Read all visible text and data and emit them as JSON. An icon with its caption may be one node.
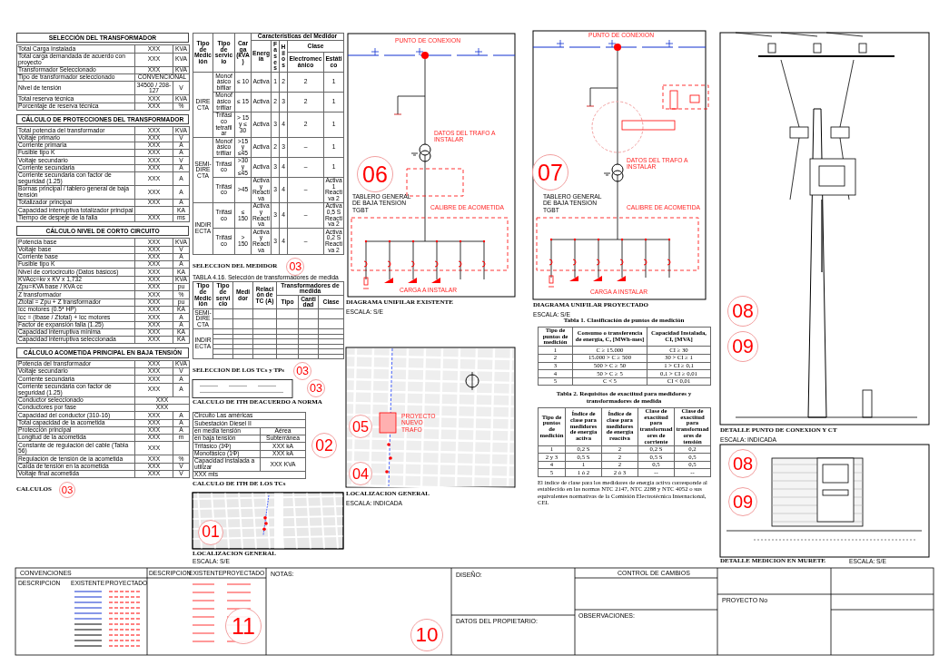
{
  "diagram": {
    "nodes": [
      {
        "text": [
          "03"
        ]
      },
      {
        "text": [
          "03"
        ]
      },
      {
        "text": [
          "03"
        ]
      },
      {
        "text": [
          "03"
        ]
      },
      {
        "text": [
          "02"
        ]
      },
      {
        "text": [
          "01"
        ]
      },
      {
        "text": [
          "06"
        ]
      },
      {
        "text": [
          "07"
        ]
      },
      {
        "text": [
          "05"
        ]
      },
      {
        "text": [
          "04"
        ]
      },
      {
        "text": [
          "08"
        ]
      },
      {
        "text": [
          "09"
        ]
      },
      {
        "text": [
          "08"
        ]
      },
      {
        "text": [
          "09"
        ]
      },
      {
        "text": [
          "11"
        ]
      },
      {
        "text": [
          "10"
        ]
      }
    ],
    "labels": [
      "SELECCIÓN DEL TRANSFORMADOR",
      "Total Carga Instalada",
      "XXX",
      "KVA",
      "Total carga demandada de acuerdo con proyecto",
      "XXX",
      "KVA",
      "Transformador Seleccionado",
      "XXX",
      "KVA",
      "Tipo de transformador seleccionado",
      "CONVENCIONAL",
      "Nivel de tensión",
      "34500 / 208-127",
      "V",
      "Total reserva técnica",
      "XXX",
      "KVA",
      "Porcentaje de reserva técnica",
      "XXX",
      "%",
      "CÁLCULO DE PROTECCIONES DEL TRANSFORMADOR",
      "Total potencia del transformador",
      "XXX",
      "KVA",
      "Voltaje primario",
      "XXX",
      "V",
      "Corriente primaria",
      "XXX",
      "A",
      "Fusible tipo K",
      "XXX",
      "A",
      "Voltaje secundario",
      "XXX",
      "V",
      "Corriente secundaria",
      "XXX",
      "A",
      "Corriente secundaria con factor de seguridad (1.25)",
      "XXX",
      "A",
      "Bornas principal / tablero general de baja tensión",
      "XXX",
      "A",
      "Totalizador principal",
      "XXX",
      "A",
      "Capacidad interruptiva totalizador principal",
      "KA",
      "Tiempo de despeje de la falla",
      "XXX",
      "ms",
      "CÁLCULO NIVEL DE CORTO CIRCUITO",
      "Potencia base",
      "XXX",
      "KVA",
      "Voltaje base",
      "XXX",
      "V",
      "Corriente base",
      "XXX",
      "A",
      "Fusible tipo K",
      "XXX",
      "A",
      "Nivel de cortocircuito (Datos básicos)",
      "XXX",
      "KA",
      "KVAcc=kv x KV x 1,732",
      "XXX",
      "KVA",
      "Zpu=KVA base / KVA cc",
      "XXX",
      "pu",
      "Z transformador",
      "XXX",
      "%",
      "Ztotal = Zpu + Z transformador",
      "XXX",
      "pu",
      "Icc motores (0.5* HP)",
      "XXX",
      "KA",
      "Icc = (Ibase / Ztotal) + Icc motores",
      "XXX",
      "A",
      "Factor de expansión falla (1.25)",
      "XXX",
      "A",
      "Capacidad interruptiva mínima",
      "XXX",
      "KA",
      "Capacidad interruptiva seleccionada",
      "XXX",
      "KA",
      "CÁLCULO ACOMETIDA PRINCIPAL EN BAJA TENSIÓN",
      "Potencia del transformador",
      "XXX",
      "KVA",
      "Voltaje secundario",
      "XXX",
      "V",
      "Corriente secundaria",
      "XXX",
      "A",
      "Corriente secundaria con factor de seguridad (1.25)",
      "XXX",
      "A",
      "Conductor seleccionado",
      "XXX",
      "Conductores por fase",
      "XXX",
      "Capacidad del conductor (310-16)",
      "XXX",
      "A",
      "Total capacidad de la acometida",
      "XXX",
      "A",
      "Protección principal",
      "XXX",
      "A",
      "Longitud de la acometida",
      "XXX",
      "m",
      "Constante de regulación del cable (Tabla 56)",
      "XXX",
      "Regulación de tensión de la acometida",
      "XXX",
      "%",
      "Caída de tensión en la acometida",
      "XXX",
      "V",
      "Voltaje final acometida",
      "XXX",
      "V",
      "CALCULOS",
      "Tipo de Medición",
      "Tipo de servicio",
      "Carga (kVA)",
      "Características del Medidor",
      "Energía",
      "Fases",
      "Hilos",
      "Clase",
      "Electromecánico",
      "Estático",
      "DIRECTA",
      "Monofásico bifilar",
      "≤ 10",
      "Activa",
      "1",
      "2",
      "2",
      "1",
      "Monofásico trifilar",
      "≤ 15",
      "Activa",
      "2",
      "3",
      "2",
      "1",
      "Trifásico tetrafilar",
      "> 15 y ≤ 30",
      "Activa",
      "3",
      "4",
      "2",
      "1",
      "SEMI-DIRECTA",
      "Monofásico trifilar",
      ">15 y ≤45",
      "Activa",
      "2",
      "3",
      "–",
      "1",
      "Trifásico",
      ">30 y ≤45",
      "Activa",
      "3",
      "4",
      "–",
      "1",
      "Trifásico",
      ">45",
      "Activa y Reactiva",
      "3",
      "4",
      "–",
      "Activa 1 Reactiva 2",
      "INDIRECTA",
      "Trifásico",
      "≤ 150",
      "Activa y Reactiva",
      "3",
      "4",
      "–",
      "Activa 0,5 S Reactiva 2",
      "Trifásico",
      "> 150",
      "Activa y Reactiva",
      "3",
      "4",
      "–",
      "Activa 0,2 S Reactiva 2",
      "SELECCION DEL MEDIDOR",
      "TABLA 4.16. Selección de transformadores de medida",
      "Tipo de Medición",
      "Tipo de servicio",
      "Medidor",
      "Relación de TC (A)",
      "Transformadores de medida",
      "Tipo",
      "Cantidad",
      "Clase",
      "SEMI-DIRECTA",
      "INDIRECTA",
      "SELECCION DE LOS TCs y TPs",
      "CALCULO DE ITH DEACUERDO A NORMA",
      "Tabla 1. Clasificación de puntos de medición",
      "Tipo de puntos de medición",
      "Consumo o transferencia de energía, C, [MWh-mes]",
      "Capacidad Instalada, CI, [MVA]",
      "1",
      "C ≥ 15.000",
      "CI ≥ 30",
      "2",
      "15.000 > C ≥ 500",
      "30 > CI ≥ 1",
      "3",
      "500 > C ≥ 50",
      "1 > CI ≥ 0,1",
      "4",
      "50 > C ≥ 5",
      "0,1 > CI ≥ 0,01",
      "5",
      "C < 5",
      "CI < 0,01",
      "Tabla 2. Requisitos de exactitud para medidores y transformadores de medida",
      "Tipo de puntos de medición",
      "Índice de clase para medidores de energía activa",
      "Índice de clase para medidores de energía reactiva",
      "Clase de exactitud para transformadores de corriente",
      "Clase de exactitud para transformadores de tensión",
      "1",
      "0,2 S",
      "2",
      "0,2 S",
      "0,2",
      "2 y 3",
      "0,5 S",
      "2",
      "0,5 S",
      "0,5",
      "4",
      "1",
      "2",
      "0,5",
      "0,5",
      "5",
      "1 ó 2",
      "2 ó 3",
      "--",
      "--",
      "El índice de clase para los medidores de energía activa corresponde al establecido en las normas NTC 2147, NTC 2288 y NTC 4052 o sus equivalentes normativas de la Comisión Electrotécnica Internacional, CEI.",
      "Circuito Las américas",
      "Subestación Diesel II",
      "en media tensión",
      "Aérea",
      "en baja tensión",
      "Subterránea",
      "Trifásico (3Φ)",
      "XXX kA",
      "Monofásico (1Φ)",
      "XXX kA",
      "Capacidad instalada a utilizar",
      "XXX KVA",
      "XXX mts",
      "CALCULO DE ITH DE LOS TCs",
      "LOCALIZACION GENERAL",
      "ESCALA: S/E",
      "PUNTO DE CONEXION",
      "DATOS DEL TRAFO A INSTALAR",
      "CALIBRE DE ACOMETIDA",
      "TABLERO GENERAL DE BAJA TENSION TGBT",
      "CARGA A INSTALAR",
      "DIAGRAMA UNIFILAR EXISTENTE",
      "ESCALA: S/E",
      "PUNTO DE CONEXION",
      "DATOS DEL TRAFO A INSTALAR",
      "CALIBRE DE ACOMETIDA",
      "TABLERO GENERAL DE BAJA TENSION TGBT",
      "CARGA A INSTALAR",
      "DIAGRAMA UNIFILAR PROYECTADO",
      "ESCALA: S/E",
      "PROYECTO NUEVO TRAFO",
      "LOCALIZACION GENERAL",
      "ESCALA: INDICADA",
      "DETALLE PUNTO DE CONEXION Y CT",
      "ESCALA: INDICADA",
      "DETALLE MEDICION EN MURETE",
      "ESCALA: S/E",
      "CONVENCIONES",
      "DESCRIPCION",
      "EXISTENTE",
      "PROYECTADO",
      "DESCRIPCION",
      "EXISTENTE",
      "PROYECTADO",
      "NOTAS:",
      "DISEÑO:",
      "DATOS DEL PROPIETARIO:",
      "CONTROL DE CAMBIOS",
      "OBSERVACIONES:",
      "PROYECTO No"
    ]
  }
}
